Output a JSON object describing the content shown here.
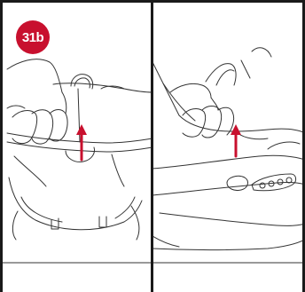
{
  "step": {
    "label": "31b",
    "badge_color": "#c8102e"
  },
  "panels": [
    {
      "name": "left",
      "arrow_direction": "up",
      "arrow_color": "#c8102e"
    },
    {
      "name": "right",
      "arrow_direction": "up",
      "arrow_color": "#c8102e"
    }
  ],
  "line_color": "#333333"
}
